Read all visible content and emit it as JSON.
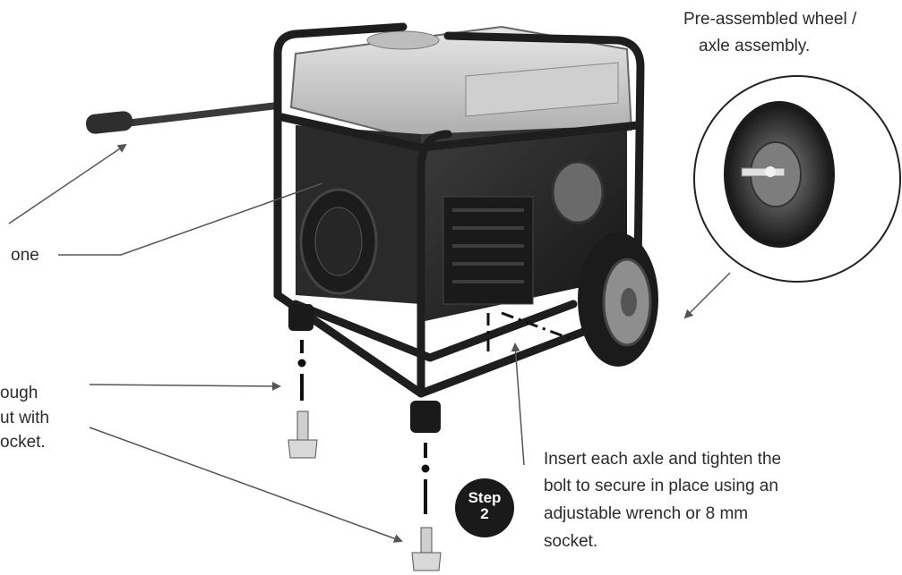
{
  "labels": {
    "wheel_callout_line1": "Pre-assembled wheel /",
    "wheel_callout_line2": "axle assembly.",
    "left_one": "one",
    "left_ough": "ough",
    "left_ut_with": "ut with",
    "left_ocket": "ocket.",
    "axle_line1": "Insert each axle and tighten the",
    "axle_line2": "bolt to secure in place using an",
    "axle_line3": "adjustable wrench or 8 mm",
    "axle_line4": "socket."
  },
  "step": {
    "word": "Step",
    "number": "2"
  },
  "icons": [
    "generator-illustration",
    "wheel-detail-icon",
    "bolt-icon",
    "callout-arrow-icon"
  ]
}
